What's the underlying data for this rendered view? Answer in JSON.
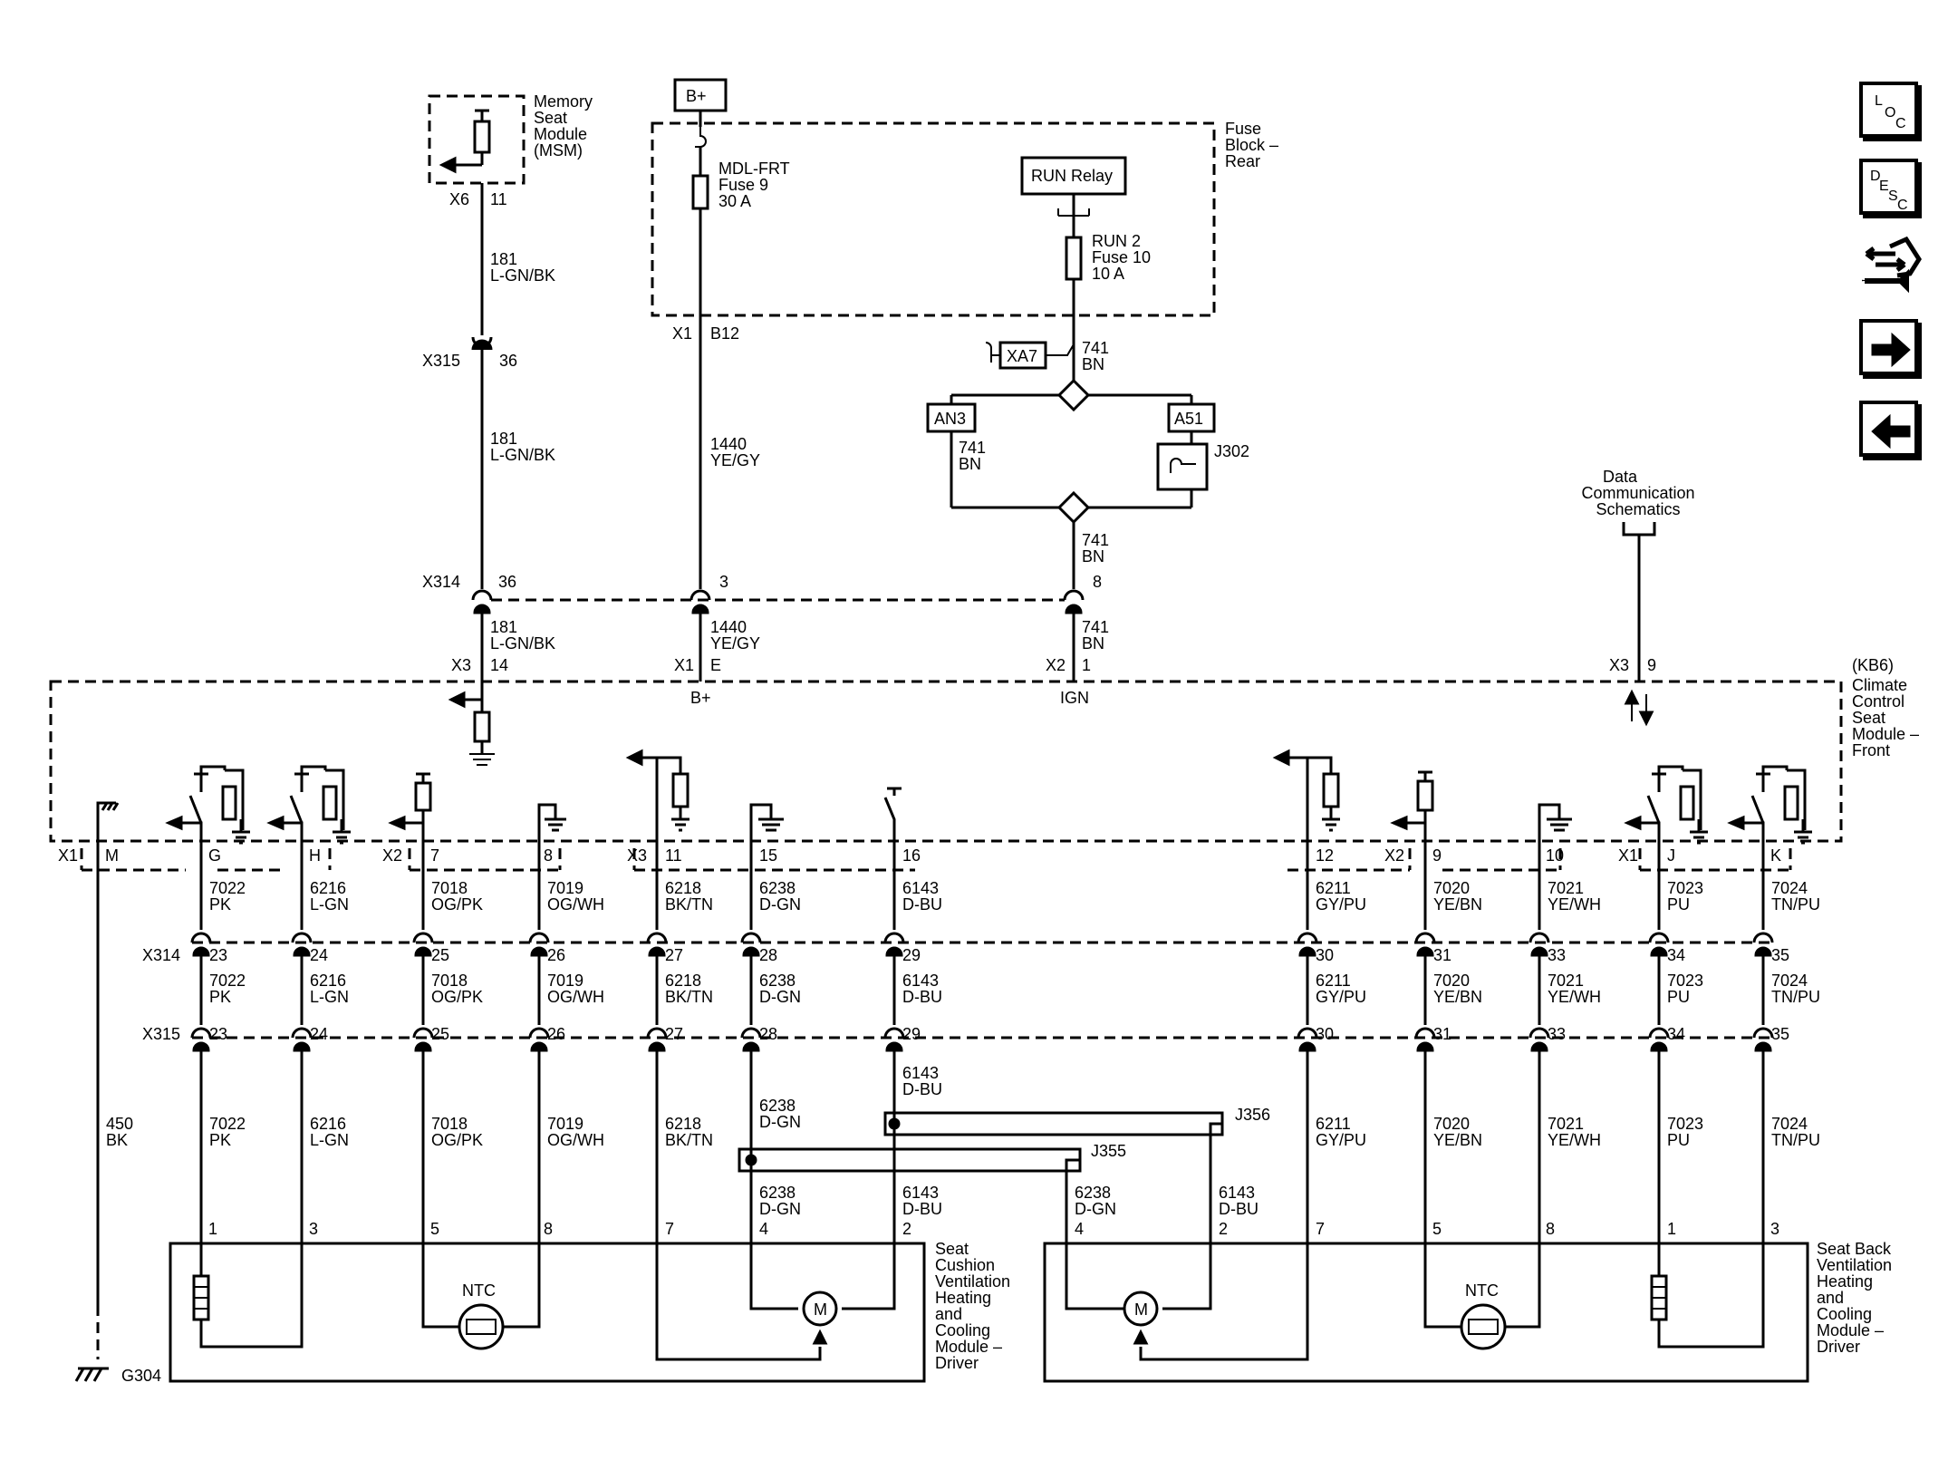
{
  "nav": {
    "loc_label": [
      "L",
      "O",
      "C"
    ],
    "desc_label": [
      "D",
      "E",
      "S",
      "C"
    ]
  },
  "top": {
    "msm": {
      "name_lines": [
        "Memory",
        "Seat",
        "Module",
        "(MSM)"
      ],
      "conn": "X6",
      "pin": "11"
    },
    "bplus": "B+",
    "fuse9": {
      "lines": [
        "MDL-FRT",
        "Fuse 9",
        "30 A"
      ]
    },
    "fuse_block": {
      "lines": [
        "Fuse",
        "Block –",
        "Rear"
      ]
    },
    "run_relay": "RUN Relay",
    "fuse10": {
      "lines": [
        "RUN 2",
        "Fuse 10",
        "10 A"
      ]
    },
    "x1_b12": {
      "conn": "X1",
      "pin": "B12"
    },
    "xa7": "XA7",
    "an3": "AN3",
    "a51": "A51",
    "j302": "J302",
    "data_comm": [
      "Data",
      "Communication",
      "Schematics"
    ],
    "wire_181_a": [
      "181",
      "L-GN/BK"
    ],
    "wire_181_b": [
      "181",
      "L-GN/BK"
    ],
    "wire_181_c": [
      "181",
      "L-GN/BK"
    ],
    "x315": {
      "name": "X315",
      "pin": "36"
    },
    "wire_1440_a": [
      "1440",
      "YE/GY"
    ],
    "wire_1440_b": [
      "1440",
      "YE/GY"
    ],
    "wire_741_a": [
      "741",
      "BN"
    ],
    "wire_741_b": [
      "741",
      "BN"
    ],
    "wire_741_c": [
      "741",
      "BN"
    ],
    "wire_741_d": [
      "741",
      "BN"
    ],
    "x314_row": {
      "name": "X314",
      "pins": [
        "36",
        "3",
        "8"
      ]
    },
    "module_conns": [
      {
        "conn": "X3",
        "pin": "14"
      },
      {
        "conn": "X1",
        "pin": "E"
      },
      {
        "conn": "X2",
        "pin": "1"
      },
      {
        "conn": "X3",
        "pin": "9"
      }
    ],
    "bplus_label": "B+",
    "ign_label": "IGN"
  },
  "module": {
    "lines": [
      "(KB6)",
      "Climate",
      "Control",
      "Seat",
      "Module –",
      "Front"
    ]
  },
  "bottom_pins": [
    {
      "conn": "X1",
      "pin": "M"
    },
    {
      "pin": "G"
    },
    {
      "pin": "H"
    },
    {
      "conn": "X2",
      "pin": "7"
    },
    {
      "pin": "8"
    },
    {
      "conn": "X3",
      "pin": "11"
    },
    {
      "pin": "15"
    },
    {
      "pin": "16"
    },
    {
      "pin": "12"
    },
    {
      "conn": "X2",
      "pin": "9"
    },
    {
      "pin": "10"
    },
    {
      "conn": "X1",
      "pin": "J"
    },
    {
      "pin": "K"
    }
  ],
  "wires_upper": [
    [
      "7022",
      "PK"
    ],
    [
      "6216",
      "L-GN"
    ],
    [
      "7018",
      "OG/PK"
    ],
    [
      "7019",
      "OG/WH"
    ],
    [
      "6218",
      "BK/TN"
    ],
    [
      "6238",
      "D-GN"
    ],
    [
      "6143",
      "D-BU"
    ],
    [
      "6211",
      "GY/PU"
    ],
    [
      "7020",
      "YE/BN"
    ],
    [
      "7021",
      "YE/WH"
    ],
    [
      "7023",
      "PU"
    ],
    [
      "7024",
      "TN/PU"
    ]
  ],
  "x314": {
    "name": "X314",
    "pins": [
      "23",
      "24",
      "25",
      "26",
      "27",
      "28",
      "29",
      "30",
      "31",
      "33",
      "34",
      "35"
    ]
  },
  "wires_mid": [
    [
      "7022",
      "PK"
    ],
    [
      "6216",
      "L-GN"
    ],
    [
      "7018",
      "OG/PK"
    ],
    [
      "7019",
      "OG/WH"
    ],
    [
      "6218",
      "BK/TN"
    ],
    [
      "6238",
      "D-GN"
    ],
    [
      "6143",
      "D-BU"
    ],
    [
      "6211",
      "GY/PU"
    ],
    [
      "7020",
      "YE/BN"
    ],
    [
      "7021",
      "YE/WH"
    ],
    [
      "7023",
      "PU"
    ],
    [
      "7024",
      "TN/PU"
    ]
  ],
  "x315b": {
    "name": "X315",
    "pins": [
      "23",
      "24",
      "25",
      "26",
      "27",
      "28",
      "29",
      "30",
      "31",
      "33",
      "34",
      "35"
    ]
  },
  "wires_lower": [
    [
      "450",
      "BK"
    ],
    [
      "7022",
      "PK"
    ],
    [
      "6216",
      "L-GN"
    ],
    [
      "7018",
      "OG/PK"
    ],
    [
      "7019",
      "OG/WH"
    ],
    [
      "6218",
      "BK/TN"
    ],
    [
      "6238",
      "D-GN"
    ],
    [
      "6143",
      "D-BU"
    ],
    [
      "6211",
      "GY/PU"
    ],
    [
      "7020",
      "YE/BN"
    ],
    [
      "7021",
      "YE/WH"
    ],
    [
      "7023",
      "PU"
    ],
    [
      "7024",
      "TN/PU"
    ]
  ],
  "splices": {
    "j356": "J356",
    "j355": "J355",
    "after_j355": [
      [
        "6238",
        "D-GN"
      ],
      [
        "6143",
        "D-BU"
      ],
      [
        "6238",
        "D-GN"
      ],
      [
        "6143",
        "D-BU"
      ]
    ]
  },
  "cushion": {
    "pins": [
      "1",
      "3",
      "5",
      "8",
      "7",
      "4",
      "2"
    ],
    "ntc": "NTC",
    "motor": "M",
    "name_lines": [
      "Seat",
      "Cushion",
      "Ventilation",
      "Heating",
      "and",
      "Cooling",
      "Module –",
      "Driver"
    ]
  },
  "back": {
    "pins": [
      "4",
      "2",
      "7",
      "5",
      "8",
      "1",
      "3"
    ],
    "ntc": "NTC",
    "motor": "M",
    "name_lines": [
      "Seat Back",
      "Ventilation",
      "Heating",
      "and",
      "Cooling",
      "Module –",
      "Driver"
    ]
  },
  "ground": "G304"
}
